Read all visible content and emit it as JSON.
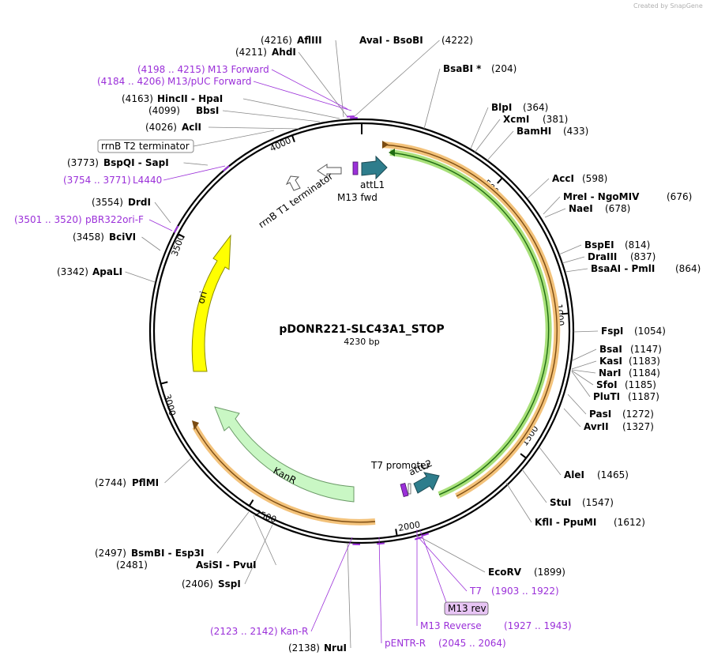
{
  "credit": "Created by SnapGene",
  "plasmid": {
    "name": "pDONR221-SLC43A1_STOP",
    "length_label": "4230 bp",
    "length": 4230
  },
  "ticks": [
    "500",
    "1000",
    "1500",
    "2000",
    "2500",
    "3000",
    "3500",
    "4000"
  ],
  "enzymes": [
    {
      "id": "afliii",
      "name": "AflIII",
      "pos": "(4216)"
    },
    {
      "id": "ahdi",
      "name": "AhdI",
      "pos": "(4211)"
    },
    {
      "id": "avai",
      "name": "AvaI  - BsoBI",
      "pos": "(4222)"
    },
    {
      "id": "bsabi",
      "name": "BsaBI *",
      "pos": "(204)"
    },
    {
      "id": "blpi",
      "name": "BlpI",
      "pos": "(364)"
    },
    {
      "id": "xcmi",
      "name": "XcmI",
      "pos": "(381)"
    },
    {
      "id": "bamhi",
      "name": "BamHI",
      "pos": "(433)"
    },
    {
      "id": "acci",
      "name": "AccI",
      "pos": "(598)"
    },
    {
      "id": "mrei",
      "name": "MreI  - NgoMIV",
      "pos": "(676)"
    },
    {
      "id": "naei",
      "name": "NaeI",
      "pos": "(678)"
    },
    {
      "id": "bspei",
      "name": "BspEI",
      "pos": "(814)"
    },
    {
      "id": "draiii",
      "name": "DraIII",
      "pos": "(837)"
    },
    {
      "id": "bsaai",
      "name": "BsaAI  - PmlI",
      "pos": "(864)"
    },
    {
      "id": "fspi",
      "name": "FspI",
      "pos": "(1054)"
    },
    {
      "id": "bsai",
      "name": "BsaI",
      "pos": "(1147)"
    },
    {
      "id": "kasi",
      "name": "KasI",
      "pos": "(1183)"
    },
    {
      "id": "nari",
      "name": "NarI",
      "pos": "(1184)"
    },
    {
      "id": "sfoi",
      "name": "SfoI",
      "pos": "(1185)"
    },
    {
      "id": "pluti",
      "name": "PluTI",
      "pos": "(1187)"
    },
    {
      "id": "pasi",
      "name": "PasI",
      "pos": "(1272)"
    },
    {
      "id": "avrii",
      "name": "AvrII",
      "pos": "(1327)"
    },
    {
      "id": "alei",
      "name": "AleI",
      "pos": "(1465)"
    },
    {
      "id": "stui",
      "name": "StuI",
      "pos": "(1547)"
    },
    {
      "id": "kfli",
      "name": "KflI  - PpuMI",
      "pos": "(1612)"
    },
    {
      "id": "ecorv",
      "name": "EcoRV",
      "pos": "(1899)"
    },
    {
      "id": "nrui",
      "name": "NruI",
      "pos": "(2138)"
    },
    {
      "id": "sspi",
      "name": "SspI",
      "pos": "(2406)"
    },
    {
      "id": "asisi",
      "name": "AsiSI  - PvuI",
      "pos": "(2481)"
    },
    {
      "id": "bsmbi",
      "name": "BsmBI  - Esp3I",
      "pos": "(2497)"
    },
    {
      "id": "pflmi",
      "name": "PflMI",
      "pos": "(2744)"
    },
    {
      "id": "apali",
      "name": "ApaLI",
      "pos": "(3342)"
    },
    {
      "id": "bcivi",
      "name": "BciVI",
      "pos": "(3458)"
    },
    {
      "id": "drdi",
      "name": "DrdI",
      "pos": "(3554)"
    },
    {
      "id": "bspqi",
      "name": "BspQI  - SapI",
      "pos": "(3773)"
    },
    {
      "id": "acli",
      "name": "AclI",
      "pos": "(4026)"
    },
    {
      "id": "bbsi",
      "name": "BbsI",
      "pos": "(4099)"
    },
    {
      "id": "hinci",
      "name": "HincII  - HpaI",
      "pos": "(4163)"
    }
  ],
  "primers": [
    {
      "id": "m13fwd",
      "name": "M13 Forward",
      "range": "(4198 .. 4215)"
    },
    {
      "id": "m13puc",
      "name": "M13/pUC Forward",
      "range": "(4184 .. 4206)"
    },
    {
      "id": "l4440",
      "name": "L4440",
      "range": "(3754 .. 3771)"
    },
    {
      "id": "pbr322",
      "name": "pBR322ori-F",
      "range": "(3501 .. 3520)"
    },
    {
      "id": "t7",
      "name": "T7",
      "range": "(1903 .. 1922)"
    },
    {
      "id": "m13rev",
      "name": "M13 Reverse",
      "range": "(1927 .. 1943)"
    },
    {
      "id": "m13revbox",
      "name": "M13 rev",
      "range": ""
    },
    {
      "id": "pentrr",
      "name": "pENTR-R",
      "range": "(2045 .. 2064)"
    },
    {
      "id": "kanr",
      "name": "Kan-R",
      "range": "(2123 .. 2142)"
    }
  ],
  "features": {
    "rrnb_t2": "rrnB T2 terminator",
    "rrnb_t1": "rrnB T1 terminator",
    "m13_fwd": "M13 fwd",
    "attl1": "attL1",
    "attl2": "attL2",
    "t7_promoter": "T7 promoter",
    "ori": "ori",
    "kanr": "KanR"
  },
  "colors": {
    "ori": "#ffff00",
    "kanr": "#c9f7c4",
    "attl": "#2e7d8c",
    "primer": "#9b30d9",
    "orf_orange": "#f3c27a",
    "orf_green": "#a8e07a"
  }
}
